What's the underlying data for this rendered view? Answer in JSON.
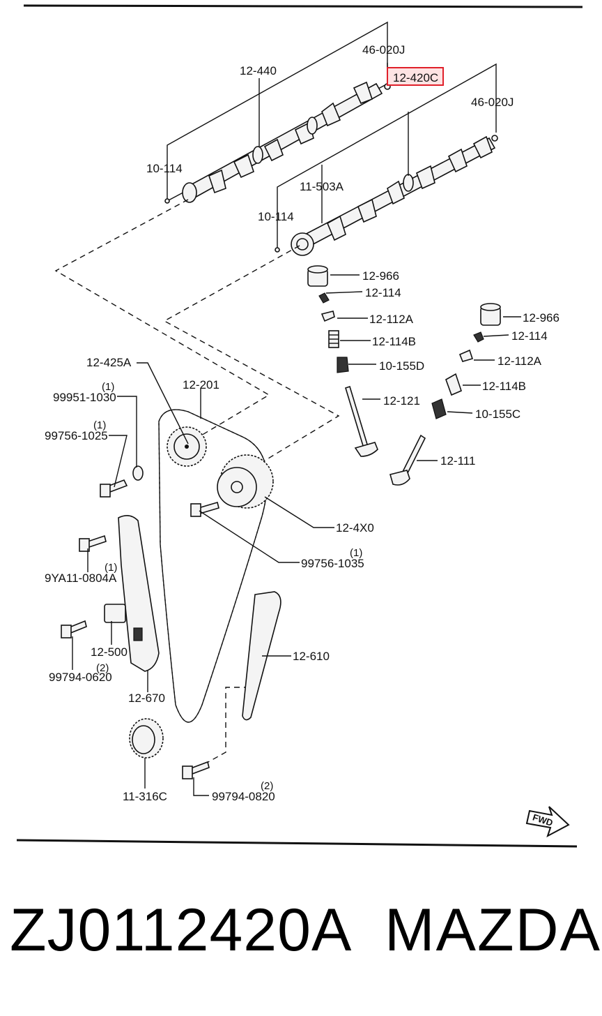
{
  "labels": {
    "l_46020J_a": "46-020J",
    "l_12440": "12-440",
    "l_12420C": "12-420C",
    "l_46020J_b": "46-020J",
    "l_10114_a": "10-114",
    "l_11503A": "11-503A",
    "l_10114_b": "10-114",
    "l_12966_a": "12-966",
    "l_12114_a": "12-114",
    "l_12112A_a": "12-112A",
    "l_12114B_a": "12-114B",
    "l_10155D": "10-155D",
    "l_12121": "12-121",
    "l_12966_b": "12-966",
    "l_12114_b": "12-114",
    "l_12112A_b": "12-112A",
    "l_12114B_b": "12-114B",
    "l_10155C": "10-155C",
    "l_12111": "12-111",
    "l_12425A": "12-425A",
    "l_12201": "12-201",
    "l_99951": "99951-1030",
    "l_99756_1025": "99756-1025",
    "l_124X0": "12-4X0",
    "l_99756_1035": "99756-1035",
    "l_9YA11": "9YA11-0804A",
    "l_12500": "12-500",
    "l_99794_0620": "99794-0620",
    "l_12670": "12-670",
    "l_12610": "12-610",
    "l_11316C": "11-316C",
    "l_99794_0820": "99794-0820"
  },
  "quantities": {
    "q_99951": "(1)",
    "q_99756_1025": "(1)",
    "q_99756_1035": "(1)",
    "q_9YA11": "(1)",
    "q_99794_0620": "(2)",
    "q_99794_0820": "(2)"
  },
  "fwd_label": "FWD",
  "highlighted_part": "12-420C",
  "highlight_color": "#e0202a",
  "footer": {
    "part_number": "ZJ0112420A",
    "brand": "MAZDA"
  }
}
